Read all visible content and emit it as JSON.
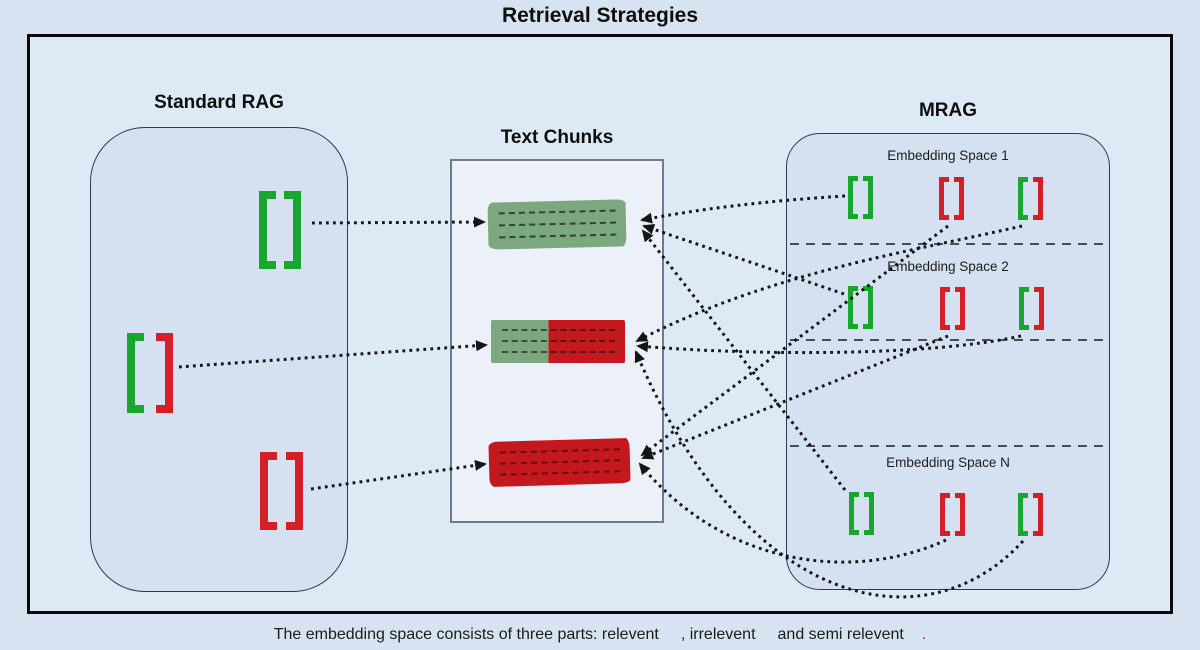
{
  "title": "Retrieval Strategies",
  "colors": {
    "relevant_green": "#18a62e",
    "irrelevant_red": "#d51f26",
    "chunk_green": "#7da77e",
    "chunk_red": "#c3181e",
    "background": "#d8e3f1",
    "frame_fill": "#dee9f6",
    "panel_fill": "#d5e1f0",
    "chunk_panel_fill": "#ecf1f9",
    "arrow_ink": "#151515"
  },
  "standard_rag": {
    "title": "Standard RAG",
    "brackets": [
      {
        "type": "relevant",
        "glyph": "green [ green ]"
      },
      {
        "type": "semi-relevant",
        "glyph": "green [ red ]"
      },
      {
        "type": "irrelevant",
        "glyph": "red [ red ]"
      }
    ]
  },
  "text_chunks": {
    "title": "Text Chunks",
    "chunks": [
      {
        "id": "chunk-1",
        "relevance": "relevant",
        "fill": "green",
        "text_lines": 3
      },
      {
        "id": "chunk-2",
        "relevance": "semi-relevant",
        "fill": "green-left red-right",
        "text_lines": 3
      },
      {
        "id": "chunk-3",
        "relevance": "irrelevant",
        "fill": "red",
        "text_lines": 3
      }
    ]
  },
  "mrag": {
    "title": "MRAG",
    "spaces": [
      {
        "label": "Embedding Space 1",
        "brackets": [
          "relevant",
          "irrelevant",
          "semi-relevant"
        ]
      },
      {
        "label": "Embedding Space  2",
        "brackets": [
          "relevant",
          "irrelevant",
          "semi-relevant"
        ]
      },
      {
        "label": "Embedding Space N",
        "brackets": [
          "relevant",
          "irrelevant",
          "semi-relevant"
        ]
      }
    ]
  },
  "connections": {
    "standard_rag_to_chunks": [
      {
        "from": "Standard RAG relevant bracket",
        "to": "chunk-1",
        "style": "dotted-arrow"
      },
      {
        "from": "Standard RAG semi-relevant bracket",
        "to": "chunk-2",
        "style": "dotted-arrow"
      },
      {
        "from": "Standard RAG irrelevant bracket",
        "to": "chunk-3",
        "style": "dotted-arrow"
      }
    ],
    "mrag_to_chunks": [
      {
        "from": "Embedding Space 1 relevant bracket",
        "to": "chunk-1",
        "style": "dotted-arrow"
      },
      {
        "from": "Embedding Space 2 relevant bracket",
        "to": "chunk-1",
        "style": "dotted-arrow"
      },
      {
        "from": "Embedding Space N relevant bracket",
        "to": "chunk-1",
        "style": "dotted-arrow"
      },
      {
        "from": "Embedding Space 1 semi-relevant bracket",
        "to": "chunk-2",
        "style": "dotted-arrow"
      },
      {
        "from": "Embedding Space 2 semi-relevant bracket",
        "to": "chunk-2",
        "style": "dotted-arrow"
      },
      {
        "from": "Embedding Space N semi-relevant bracket",
        "to": "chunk-2",
        "style": "dotted-arrow"
      },
      {
        "from": "Embedding Space 1 irrelevant bracket",
        "to": "chunk-3",
        "style": "dotted-arrow"
      },
      {
        "from": "Embedding Space 2 irrelevant bracket",
        "to": "chunk-3",
        "style": "dotted-arrow"
      },
      {
        "from": "Embedding Space N irrelevant bracket",
        "to": "chunk-3",
        "style": "dotted-arrow"
      }
    ]
  },
  "caption": {
    "part1": "The embedding space consists of three parts: relevent",
    "part2": ", irrelevent",
    "part3": "and semi relevent",
    "period": "."
  }
}
